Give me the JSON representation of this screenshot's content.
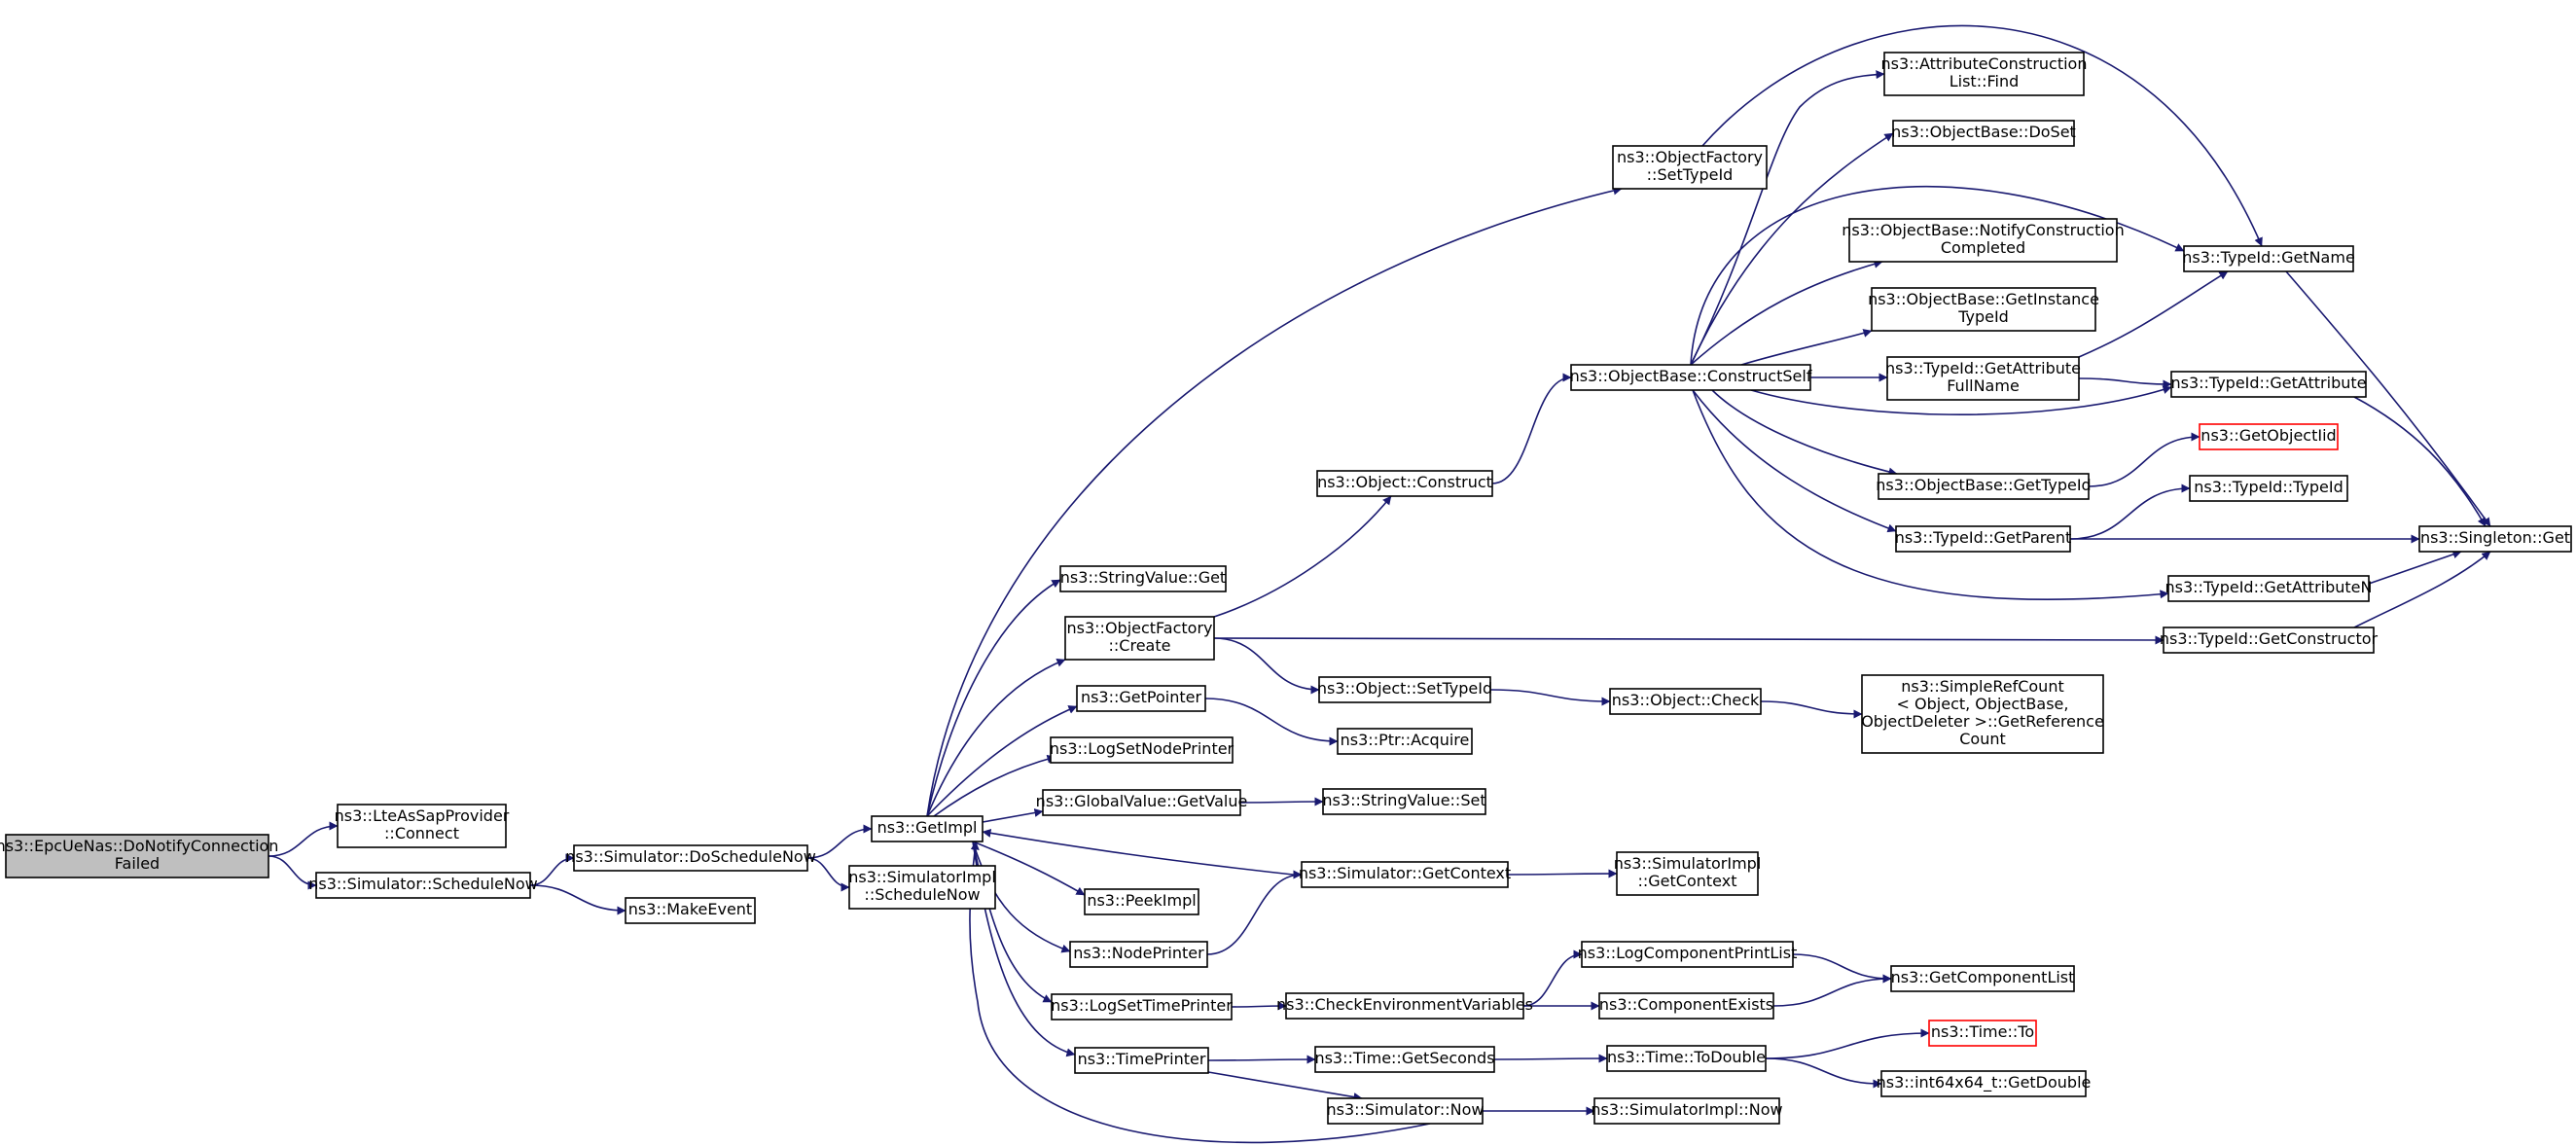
{
  "diagram": {
    "colors": {
      "edge": "#191970",
      "root_fill": "#bfbfbf",
      "missing_border": "#ff0000"
    },
    "nodes": [
      {
        "id": "root",
        "lines": [
          "ns3::EpcUeNas::DoNotifyConnection",
          "Failed"
        ],
        "style": "root"
      },
      {
        "id": "lteconnect",
        "lines": [
          "ns3::LteAsSapProvider",
          "::Connect"
        ]
      },
      {
        "id": "schednow",
        "lines": [
          "ns3::Simulator::ScheduleNow"
        ]
      },
      {
        "id": "doschednow",
        "lines": [
          "ns3::Simulator::DoScheduleNow"
        ]
      },
      {
        "id": "makeevent",
        "lines": [
          "ns3::MakeEvent"
        ]
      },
      {
        "id": "getimpl",
        "lines": [
          "ns3::GetImpl"
        ]
      },
      {
        "id": "simimplschednow",
        "lines": [
          "ns3::SimulatorImpl",
          "::ScheduleNow"
        ]
      },
      {
        "id": "strvalget",
        "lines": [
          "ns3::StringValue::Get"
        ]
      },
      {
        "id": "ofcreate",
        "lines": [
          "ns3::ObjectFactory",
          "::Create"
        ]
      },
      {
        "id": "getpointer",
        "lines": [
          "ns3::GetPointer"
        ]
      },
      {
        "id": "logsetnode",
        "lines": [
          "ns3::LogSetNodePrinter"
        ]
      },
      {
        "id": "gvgetvalue",
        "lines": [
          "ns3::GlobalValue::GetValue"
        ]
      },
      {
        "id": "peekimpl",
        "lines": [
          "ns3::PeekImpl"
        ]
      },
      {
        "id": "nodeprinter",
        "lines": [
          "ns3::NodePrinter"
        ]
      },
      {
        "id": "logsettime",
        "lines": [
          "ns3::LogSetTimePrinter"
        ]
      },
      {
        "id": "timeprinter",
        "lines": [
          "ns3::TimePrinter"
        ]
      },
      {
        "id": "ofsettypeid",
        "lines": [
          "ns3::ObjectFactory",
          "::SetTypeId"
        ]
      },
      {
        "id": "objconstruct",
        "lines": [
          "ns3::Object::Construct"
        ]
      },
      {
        "id": "objsettypeid",
        "lines": [
          "ns3::Object::SetTypeId"
        ]
      },
      {
        "id": "ptracquire",
        "lines": [
          "ns3::Ptr::Acquire"
        ]
      },
      {
        "id": "strvalset",
        "lines": [
          "ns3::StringValue::Set"
        ]
      },
      {
        "id": "simgetcontext",
        "lines": [
          "ns3::Simulator::GetContext"
        ]
      },
      {
        "id": "checkenv",
        "lines": [
          "ns3::CheckEnvironmentVariables"
        ]
      },
      {
        "id": "timegetseconds",
        "lines": [
          "ns3::Time::GetSeconds"
        ]
      },
      {
        "id": "simnow",
        "lines": [
          "ns3::Simulator::Now"
        ]
      },
      {
        "id": "constructself",
        "lines": [
          "ns3::ObjectBase::ConstructSelf"
        ]
      },
      {
        "id": "objcheck",
        "lines": [
          "ns3::Object::Check"
        ]
      },
      {
        "id": "simimplgetcontext",
        "lines": [
          "ns3::SimulatorImpl",
          "::GetContext"
        ]
      },
      {
        "id": "logcompprint",
        "lines": [
          "ns3::LogComponentPrintList"
        ]
      },
      {
        "id": "compexists",
        "lines": [
          "ns3::ComponentExists"
        ]
      },
      {
        "id": "timetodouble",
        "lines": [
          "ns3::Time::ToDouble"
        ]
      },
      {
        "id": "simimplnow",
        "lines": [
          "ns3::SimulatorImpl::Now"
        ]
      },
      {
        "id": "attrconsfind",
        "lines": [
          "ns3::AttributeConstruction",
          "List::Find"
        ]
      },
      {
        "id": "obdoset",
        "lines": [
          "ns3::ObjectBase::DoSet"
        ]
      },
      {
        "id": "obnotify",
        "lines": [
          "ns3::ObjectBase::NotifyConstruction",
          "Completed"
        ]
      },
      {
        "id": "obgetinstance",
        "lines": [
          "ns3::ObjectBase::GetInstance",
          "TypeId"
        ]
      },
      {
        "id": "tidgetattrfull",
        "lines": [
          "ns3::TypeId::GetAttribute",
          "FullName"
        ]
      },
      {
        "id": "obgettypeid",
        "lines": [
          "ns3::ObjectBase::GetTypeId"
        ]
      },
      {
        "id": "tidgetparent",
        "lines": [
          "ns3::TypeId::GetParent"
        ]
      },
      {
        "id": "simplerefcount",
        "lines": [
          "ns3::SimpleRefCount",
          "< Object, ObjectBase,",
          " ObjectDeleter >::GetReference",
          "Count"
        ]
      },
      {
        "id": "getcomplist",
        "lines": [
          "ns3::GetComponentList"
        ]
      },
      {
        "id": "timeto",
        "lines": [
          "ns3::Time::To"
        ],
        "style": "red"
      },
      {
        "id": "int64getdouble",
        "lines": [
          "ns3::int64x64_t::GetDouble"
        ]
      },
      {
        "id": "tidgetname",
        "lines": [
          "ns3::TypeId::GetName"
        ]
      },
      {
        "id": "tidgetattr",
        "lines": [
          "ns3::TypeId::GetAttribute"
        ]
      },
      {
        "id": "getobjectiid",
        "lines": [
          "ns3::GetObjectIid"
        ],
        "style": "red"
      },
      {
        "id": "tidtypeid",
        "lines": [
          "ns3::TypeId::TypeId"
        ]
      },
      {
        "id": "tidgetattrn",
        "lines": [
          "ns3::TypeId::GetAttributeN"
        ]
      },
      {
        "id": "tidgetconstructor",
        "lines": [
          "ns3::TypeId::GetConstructor"
        ]
      },
      {
        "id": "singletonget",
        "lines": [
          "ns3::Singleton::Get"
        ]
      }
    ],
    "edges": [
      [
        "root",
        "lteconnect"
      ],
      [
        "root",
        "schednow"
      ],
      [
        "schednow",
        "doschednow"
      ],
      [
        "schednow",
        "makeevent"
      ],
      [
        "doschednow",
        "getimpl"
      ],
      [
        "doschednow",
        "simimplschednow"
      ],
      [
        "getimpl",
        "ofsettypeid"
      ],
      [
        "getimpl",
        "strvalget"
      ],
      [
        "getimpl",
        "ofcreate"
      ],
      [
        "getimpl",
        "getpointer"
      ],
      [
        "getimpl",
        "logsetnode"
      ],
      [
        "getimpl",
        "gvgetvalue"
      ],
      [
        "getimpl",
        "peekimpl"
      ],
      [
        "getimpl",
        "nodeprinter"
      ],
      [
        "getimpl",
        "logsettime"
      ],
      [
        "getimpl",
        "timeprinter"
      ],
      [
        "ofcreate",
        "objconstruct"
      ],
      [
        "ofcreate",
        "objsettypeid"
      ],
      [
        "ofcreate",
        "tidgetconstructor"
      ],
      [
        "getpointer",
        "ptracquire"
      ],
      [
        "gvgetvalue",
        "strvalset"
      ],
      [
        "simgetcontext",
        "getimpl"
      ],
      [
        "simgetcontext",
        "simimplgetcontext"
      ],
      [
        "nodeprinter",
        "simgetcontext"
      ],
      [
        "logsettime",
        "checkenv"
      ],
      [
        "checkenv",
        "logcompprint"
      ],
      [
        "checkenv",
        "compexists"
      ],
      [
        "logcompprint",
        "getcomplist"
      ],
      [
        "compexists",
        "getcomplist"
      ],
      [
        "timeprinter",
        "timegetseconds"
      ],
      [
        "timeprinter",
        "simnow"
      ],
      [
        "timegetseconds",
        "timetodouble"
      ],
      [
        "timetodouble",
        "timeto"
      ],
      [
        "timetodouble",
        "int64getdouble"
      ],
      [
        "simnow",
        "getimpl"
      ],
      [
        "simnow",
        "simimplnow"
      ],
      [
        "objconstruct",
        "constructself"
      ],
      [
        "objsettypeid",
        "objcheck"
      ],
      [
        "objcheck",
        "simplerefcount"
      ],
      [
        "ofsettypeid",
        "tidgetname"
      ],
      [
        "constructself",
        "attrconsfind"
      ],
      [
        "constructself",
        "obdoset"
      ],
      [
        "constructself",
        "tidgetname"
      ],
      [
        "constructself",
        "obnotify"
      ],
      [
        "constructself",
        "obgetinstance"
      ],
      [
        "constructself",
        "tidgetattrfull"
      ],
      [
        "constructself",
        "tidgetattr"
      ],
      [
        "constructself",
        "obgettypeid"
      ],
      [
        "constructself",
        "tidgetparent"
      ],
      [
        "constructself",
        "tidgetattrn"
      ],
      [
        "tidgetattrfull",
        "tidgetname"
      ],
      [
        "tidgetattrfull",
        "tidgetattr"
      ],
      [
        "obgettypeid",
        "getobjectiid"
      ],
      [
        "tidgetparent",
        "tidtypeid"
      ],
      [
        "tidgetparent",
        "singletonget"
      ],
      [
        "tidgetname",
        "singletonget"
      ],
      [
        "tidgetattr",
        "singletonget"
      ],
      [
        "tidgetattrn",
        "singletonget"
      ],
      [
        "tidgetconstructor",
        "singletonget"
      ]
    ]
  }
}
